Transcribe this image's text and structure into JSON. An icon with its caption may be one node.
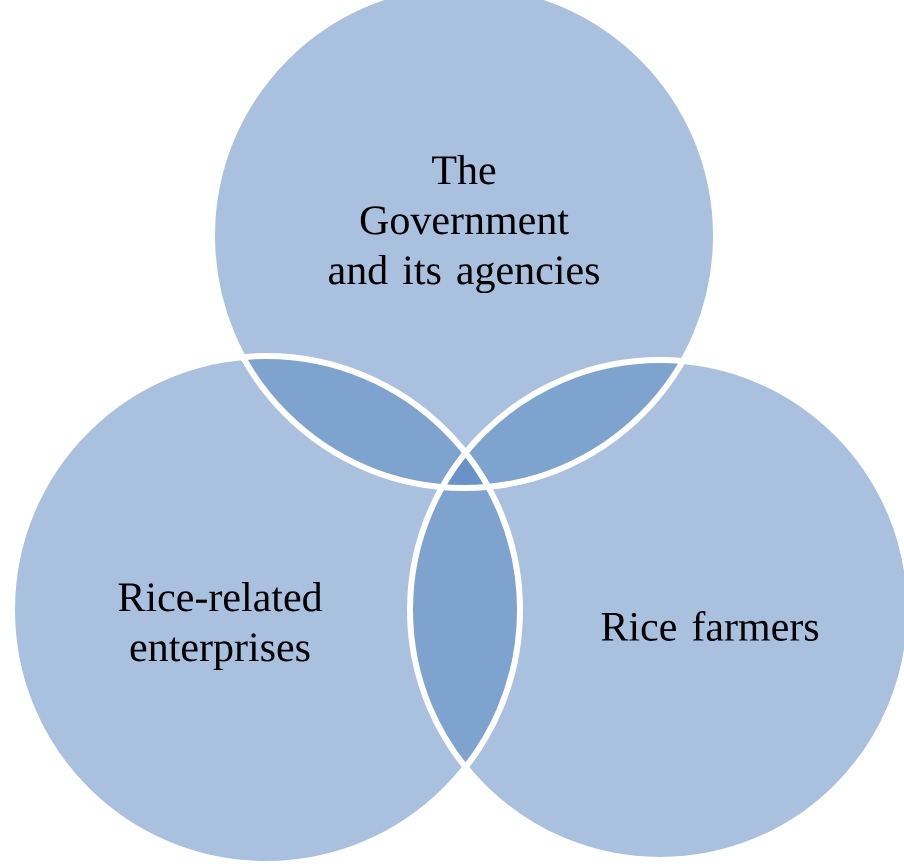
{
  "diagram": {
    "nodes": [
      {
        "text": [
          "The Government and its agencies"
        ]
      },
      {
        "text": [
          "Rice-related enterprises"
        ]
      },
      {
        "text": [
          "Rice farmers"
        ]
      }
    ]
  }
}
